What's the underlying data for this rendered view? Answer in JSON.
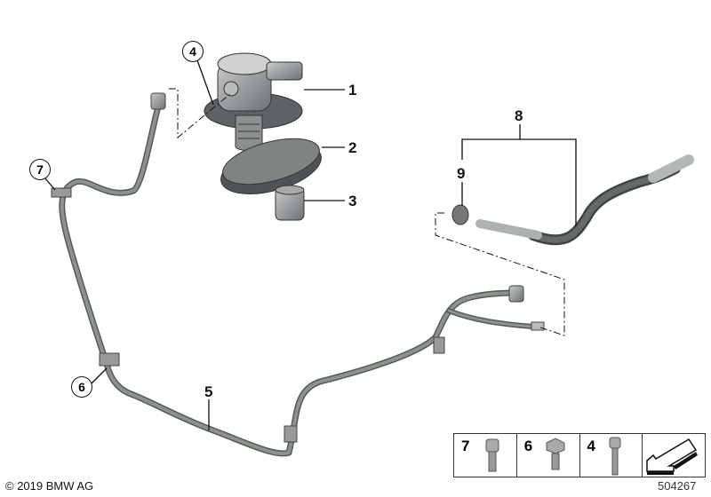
{
  "callouts": {
    "c1": "1",
    "c2": "2",
    "c3": "3",
    "c4": "4",
    "c5": "5",
    "c6": "6",
    "c7": "7",
    "c8": "8",
    "c9": "9"
  },
  "legend": {
    "items": [
      {
        "number": "7",
        "icon": "socket-head-bolt-icon"
      },
      {
        "number": "6",
        "icon": "hex-flange-bolt-icon"
      },
      {
        "number": "4",
        "icon": "socket-head-bolt-long-icon"
      },
      {
        "number": "",
        "icon": "arrow-direction-icon"
      }
    ]
  },
  "footer": {
    "copyright": "© 2019 BMW AG",
    "image_number": "504267"
  },
  "colors": {
    "pipe": "#6b726c",
    "part": "#8a8d8f"
  }
}
